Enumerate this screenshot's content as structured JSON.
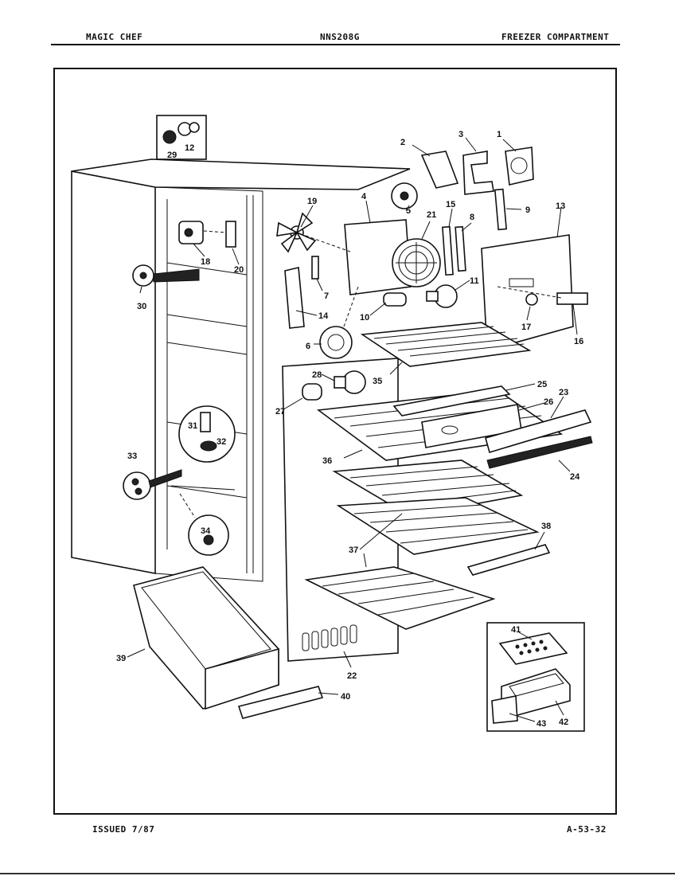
{
  "header": {
    "brand": "MAGIC CHEF",
    "model": "NNS208G",
    "section": "FREEZER COMPARTMENT"
  },
  "footer": {
    "issued": "ISSUED 7/87",
    "page_code": "A-53-32"
  },
  "callouts": [
    "1",
    "2",
    "3",
    "4",
    "5",
    "6",
    "7",
    "8",
    "9",
    "10",
    "11",
    "12",
    "13",
    "14",
    "15",
    "16",
    "17",
    "18",
    "19",
    "20",
    "21",
    "22",
    "23",
    "24",
    "25",
    "26",
    "27",
    "28",
    "29",
    "30",
    "31",
    "32",
    "33",
    "34",
    "35",
    "36",
    "37",
    "38",
    "39",
    "40",
    "41",
    "42",
    "43"
  ]
}
